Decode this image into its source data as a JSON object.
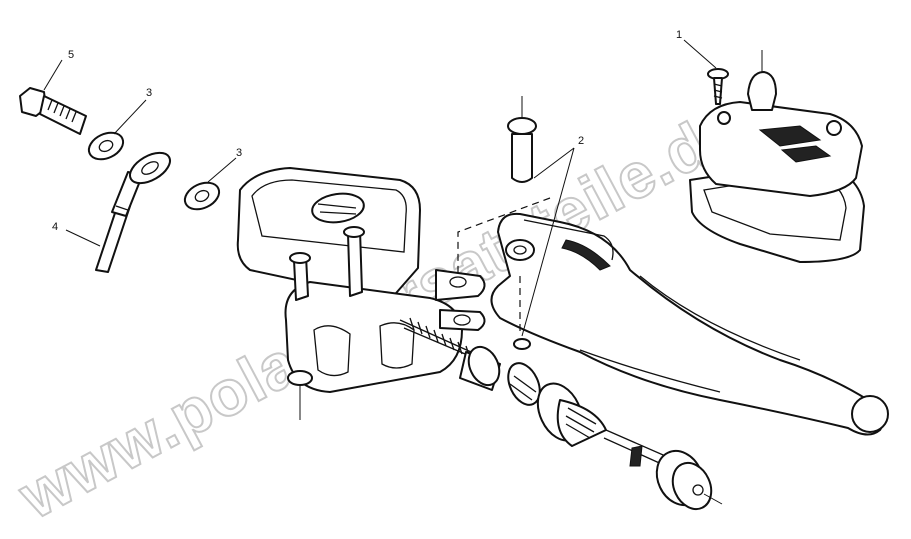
{
  "callouts": {
    "c1": "1",
    "c2": "2",
    "c3a": "3",
    "c3b": "3",
    "c4": "4",
    "c5": "5"
  },
  "watermark": "www.polarisersatzteile.de",
  "colors": {
    "line": "#111111",
    "watermark_outline": "#c8c8c8",
    "background": "#ffffff"
  }
}
